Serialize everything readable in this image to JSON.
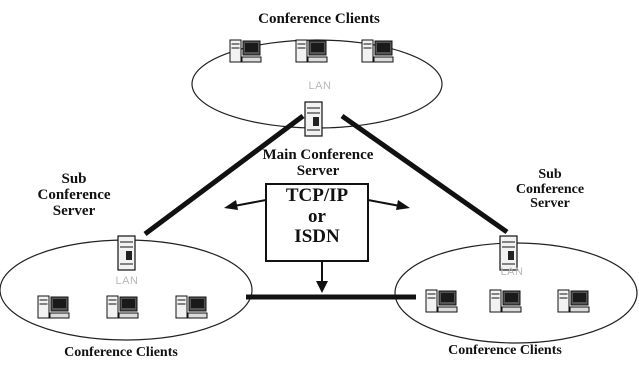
{
  "top": {
    "clients_label": "Conference Clients",
    "lan_label": "LAN",
    "server_label": "Main Conference Server"
  },
  "left": {
    "server_label_line1": "Sub",
    "server_label_line2": "Conference",
    "server_label_line3": "Server",
    "lan_label": "LAN",
    "clients_label": "Conference Clients"
  },
  "right": {
    "server_label_line1": "Sub",
    "server_label_line2": "Conference",
    "server_label_line3": "Server",
    "lan_label": "LAN",
    "clients_label": "Conference Clients"
  },
  "network": {
    "line1": "TCP/IP",
    "line2": "or",
    "line3": "ISDN"
  },
  "colors": {
    "ink": "#111111",
    "lan_text": "#b8b8b8",
    "paper": "#ffffff"
  }
}
